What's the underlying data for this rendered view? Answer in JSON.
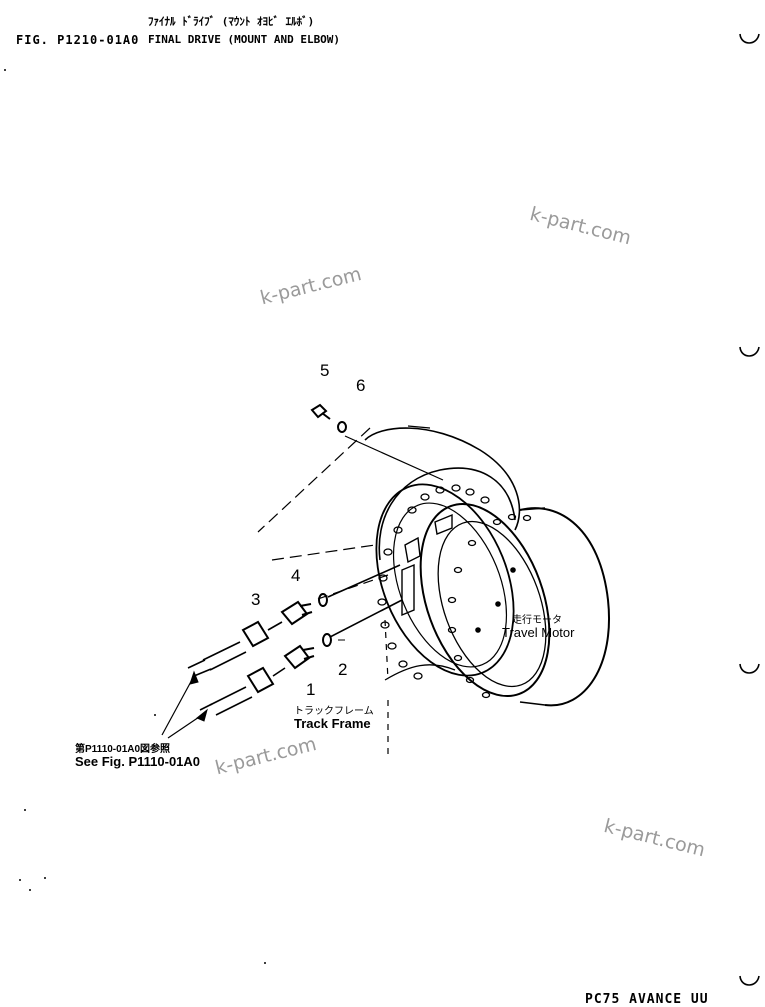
{
  "header": {
    "jp_title": "ﾌｧｲﾅﾙ ﾄﾞﾗｲﾌﾞ (ﾏｳﾝﾄ ｵﾖﾋﾞ ｴﾙﾎﾞ)",
    "figure_number": "FIG. P1210-01A0",
    "title": "FINAL DRIVE (MOUNT AND ELBOW)"
  },
  "callouts": [
    "5",
    "6",
    "4",
    "3",
    "2",
    "1"
  ],
  "labels": {
    "travel_motor_jp": "走行モータ",
    "travel_motor_en": "Travel Motor",
    "track_frame_jp": "トラックフレーム",
    "track_frame_en": "Track Frame",
    "see_fig_jp": "第P1110-01A0図参照",
    "see_fig_en": "See Fig. P1110-01A0"
  },
  "watermarks": [
    "k-part.com",
    "k-part.com",
    "k-part.com",
    "k-part.com"
  ],
  "footer": "PC75 AVANCE UU"
}
